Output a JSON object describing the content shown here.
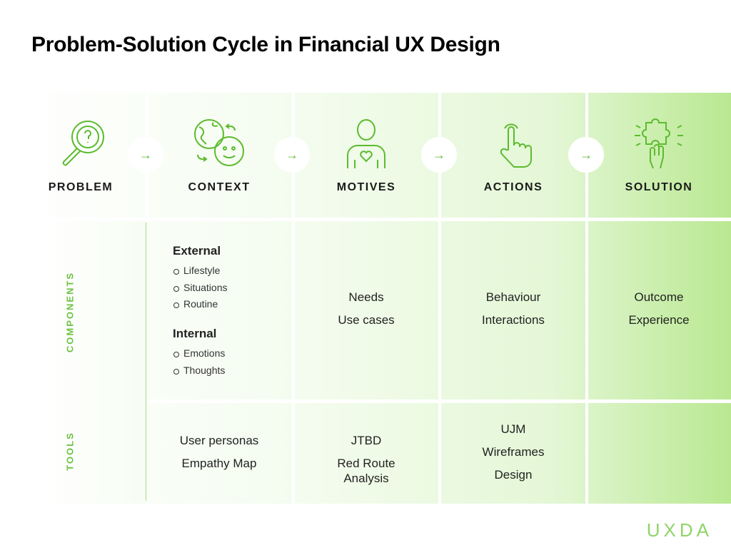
{
  "title": "Problem-Solution Cycle in Financial UX Design",
  "stages": [
    {
      "label": "PROBLEM",
      "icon": "magnifier-question-icon"
    },
    {
      "label": "CONTEXT",
      "icon": "globe-smiley-icon"
    },
    {
      "label": "MOTIVES",
      "icon": "person-heart-icon"
    },
    {
      "label": "ACTIONS",
      "icon": "tap-hand-icon"
    },
    {
      "label": "SOLUTION",
      "icon": "hand-puzzle-icon"
    }
  ],
  "rows": {
    "components": "COMPONENTS",
    "tools": "TOOLS"
  },
  "context_components": {
    "external": "External",
    "external_items": [
      "Lifestyle",
      "Situations",
      "Routine"
    ],
    "internal": "Internal",
    "internal_items": [
      "Emotions",
      "Thoughts"
    ]
  },
  "components": {
    "motives": [
      "Needs",
      "Use cases"
    ],
    "actions": [
      "Behaviour",
      "Interactions"
    ],
    "solution": [
      "Outcome",
      "Experience"
    ]
  },
  "tools": {
    "context": [
      "User personas",
      "Empathy Map"
    ],
    "motives": [
      "JTBD",
      "Red Route",
      "Analysis"
    ],
    "actions": [
      "UJM",
      "Wireframes",
      "Design"
    ]
  },
  "brand": "UXDA",
  "accent": "#6bc33f"
}
